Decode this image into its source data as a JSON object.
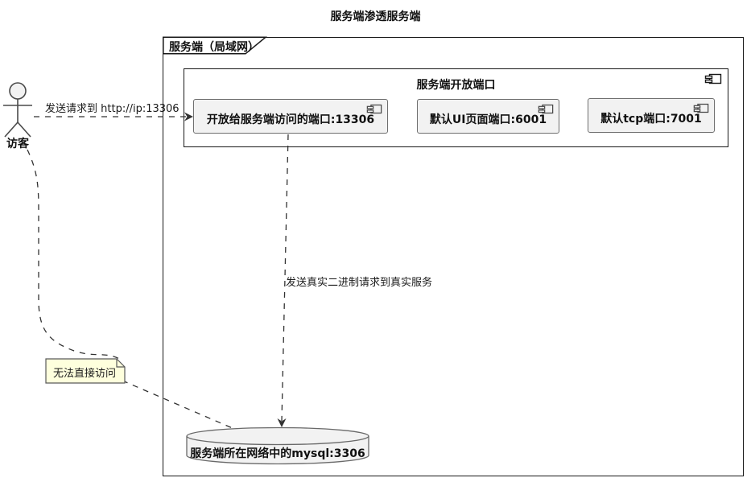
{
  "diagram": {
    "title": "服务端渗透服务端",
    "frame": {
      "label": "服务端（局域网）"
    },
    "actor": {
      "label": "访客"
    },
    "open_ports_box": {
      "title": "服务端开放端口",
      "components": [
        {
          "label": "开放给服务端访问的端口:13306"
        },
        {
          "label": "默认UI页面端口:6001"
        },
        {
          "label": "默认tcp端口:7001"
        }
      ]
    },
    "database": {
      "label": "服务端所在网络中的mysql:3306"
    },
    "note": {
      "text": "无法直接访问"
    },
    "edges": [
      {
        "from": "访客",
        "to": "开放给服务端访问的端口:13306",
        "label": "发送请求到 http://ip:13306",
        "style": "dashed"
      },
      {
        "from": "开放给服务端访问的端口:13306",
        "to": "服务端所在网络中的mysql:3306",
        "label": "发送真实二进制请求到真实服务",
        "style": "dashed"
      },
      {
        "from": "访客",
        "to": "服务端所在网络中的mysql:3306",
        "label": "",
        "style": "dashed",
        "note_on_link": "无法直接访问"
      }
    ],
    "colors": {
      "background": "#ffffff",
      "element_fill": "#f2f2f2",
      "dark_border": "#181818",
      "light_border": "#6e6e6e",
      "note_fill": "#feffdd",
      "line": "#323232"
    }
  }
}
